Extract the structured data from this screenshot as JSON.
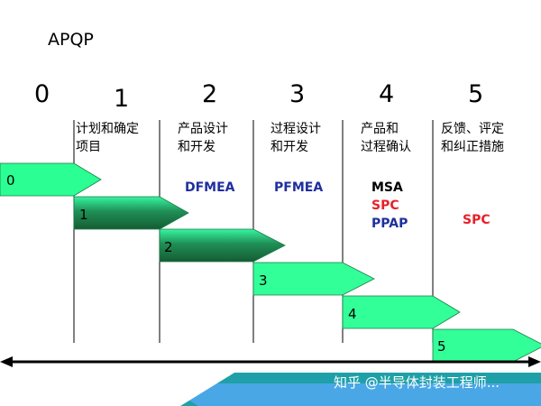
{
  "title": "APQP",
  "phases": [
    {
      "number": "0",
      "name": ""
    },
    {
      "number": "1",
      "name": "计划和确定\n项目"
    },
    {
      "number": "2",
      "name": "产品设计\n和开发"
    },
    {
      "number": "3",
      "name": "过程设计\n和开发"
    },
    {
      "number": "4",
      "name": "产品和\n过程确认"
    },
    {
      "number": "5",
      "name": "反馈、评定\n和纠正措施"
    }
  ],
  "tools": {
    "phase2": [
      "DFMEA"
    ],
    "phase3": [
      "PFMEA"
    ],
    "phase4": [
      "MSA",
      "SPC",
      "PPAP"
    ],
    "phase5": [
      "SPC"
    ]
  },
  "tool_colors": {
    "MSA": "#000000",
    "DFMEA": "#1f2f9e",
    "PFMEA": "#1f2f9e",
    "PPAP": "#1f2f9e",
    "SPC": "#e8202a"
  },
  "step_labels": [
    "0",
    "1",
    "2",
    "3",
    "4",
    "5"
  ],
  "colors": {
    "arrow_light": "#33ff99",
    "arrow_dark": "#1a6b3e",
    "band_teal": "#1fa0a8",
    "band_blue": "#49a7e6"
  },
  "watermark": "知乎 @半导体封装工程师..."
}
